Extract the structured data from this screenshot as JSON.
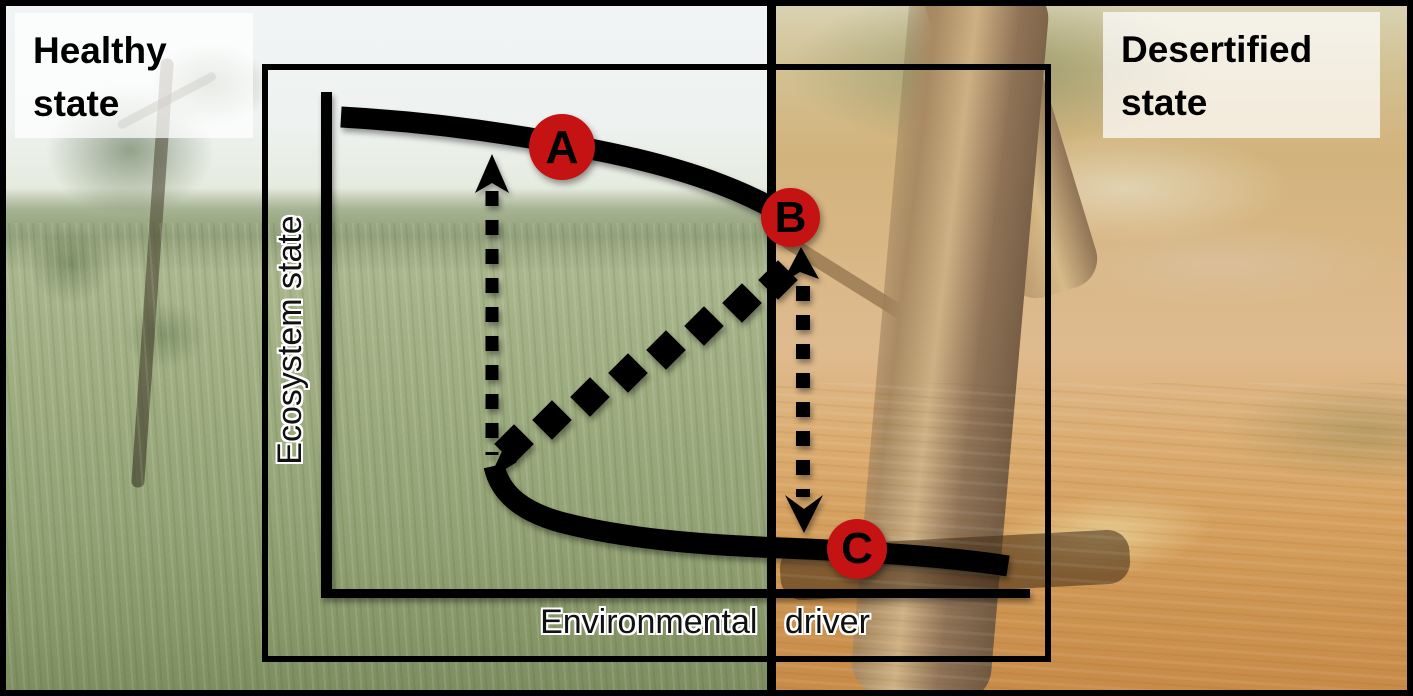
{
  "states": {
    "healthy": "Healthy state",
    "desertified": "Desertified state"
  },
  "axes": {
    "y_label": "Ecosystem state",
    "x_label": "Environmental driver"
  },
  "points": [
    {
      "label": "A"
    },
    {
      "label": "B"
    },
    {
      "label": "C"
    }
  ],
  "colors": {
    "marker_red": "#c51212",
    "ink": "#000000",
    "label_box_bg": "rgba(255,255,255,0.72)"
  },
  "diagram": {
    "type": "alternative-stable-states-hysteresis",
    "elements": [
      "upper-stable-branch",
      "lower-stable-branch",
      "unstable-branch-dashed-diamonds",
      "upward-recovery-dashed-arrow",
      "downward-collapse-dashed-arrow"
    ]
  }
}
